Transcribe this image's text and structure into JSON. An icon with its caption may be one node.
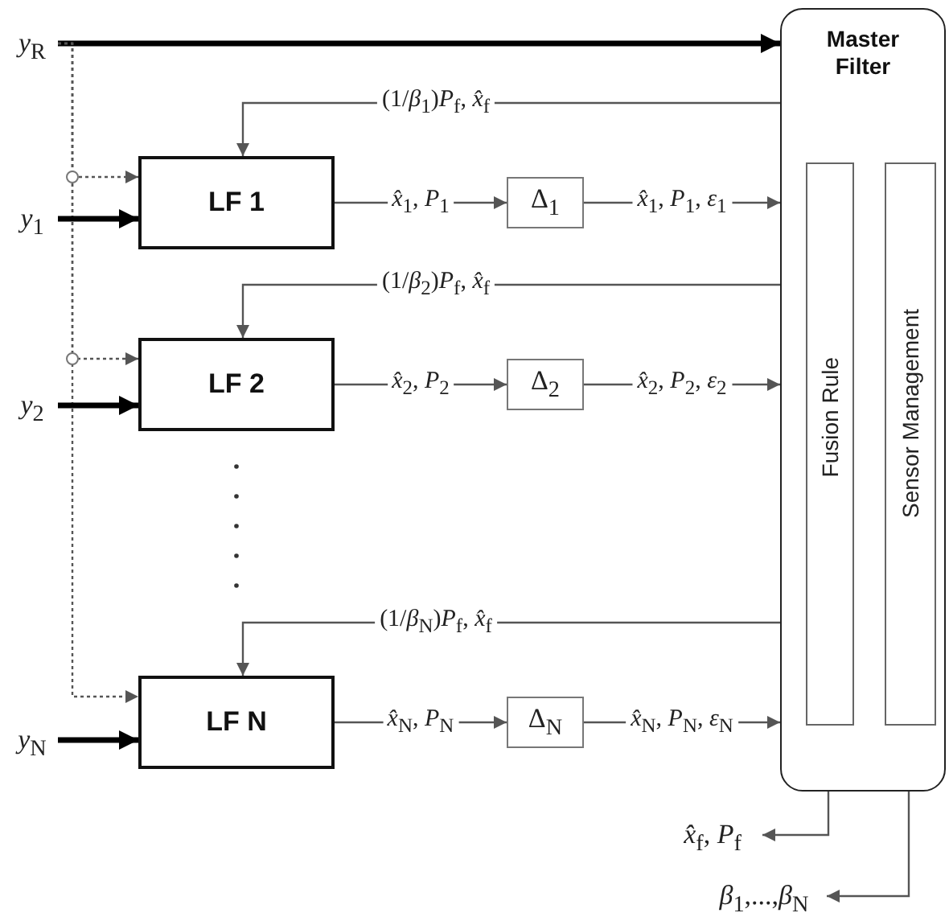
{
  "diagram": {
    "nodes": [
      {
        "text": [
          "Master Filter"
        ]
      },
      {
        "text": [
          "Fusion Rule"
        ],
        "in": 0
      },
      {
        "text": [
          "Sensor Management"
        ],
        "in": 0
      },
      {
        "text": [
          "*y*$_{R}$"
        ]
      },
      {
        "text": [
          "*y*$_{1}$"
        ]
      },
      {
        "text": [
          "LF 1"
        ]
      },
      {
        "text": [
          "Δ$_{1}$"
        ]
      },
      {
        "text": [
          "*y*$_{2}$"
        ]
      },
      {
        "text": [
          "LF 2"
        ]
      },
      {
        "text": [
          "Δ$_{2}$"
        ]
      },
      {
        "text": [
          "*y*$_{N}$"
        ]
      },
      {
        "text": [
          "LF N"
        ]
      },
      {
        "text": [
          "Δ$_{N}$"
        ]
      },
      {
        "text": [
          "*x̂*$_{f}$, *P*$_{f}$"
        ]
      },
      {
        "text": [
          "*β*$_{1}$,...,*β*$_{N}$"
        ]
      }
    ],
    "edges": [
      {
        "from": 3,
        "to": 0,
        "arrow": "to",
        "style": "thick",
        "color": "#000000"
      },
      {
        "from": 3,
        "to": 5,
        "arrow": "to",
        "style": "dashed"
      },
      {
        "from": 3,
        "to": 8,
        "arrow": "to",
        "style": "dashed"
      },
      {
        "from": 3,
        "to": 11,
        "arrow": "to",
        "style": "dashed"
      },
      {
        "from": 4,
        "to": 5,
        "arrow": "to",
        "style": "thick",
        "color": "#000000"
      },
      {
        "from": 0,
        "to": 5,
        "arrow": "to",
        "label": "(1/*β*$_{1}$)*P*$_{f}$, *x̂*$_{f}$"
      },
      {
        "from": 5,
        "to": 6,
        "arrow": "to",
        "label": "*x̂*$_{1}$, *P*$_{1}$"
      },
      {
        "from": 6,
        "to": 0,
        "arrow": "to",
        "label": "*x̂*$_{1}$, *P*$_{1}$, *ε*$_{1}$"
      },
      {
        "from": 7,
        "to": 8,
        "arrow": "to",
        "style": "thick",
        "color": "#000000"
      },
      {
        "from": 0,
        "to": 8,
        "arrow": "to",
        "label": "(1/*β*$_{2}$)*P*$_{f}$, *x̂*$_{f}$"
      },
      {
        "from": 8,
        "to": 9,
        "arrow": "to",
        "label": "*x̂*$_{2}$, *P*$_{2}$"
      },
      {
        "from": 9,
        "to": 0,
        "arrow": "to",
        "label": "*x̂*$_{2}$, *P*$_{2}$, *ε*$_{2}$"
      },
      {
        "from": 10,
        "to": 11,
        "arrow": "to",
        "style": "thick",
        "color": "#000000"
      },
      {
        "from": 0,
        "to": 11,
        "arrow": "to",
        "label": "(1/*β*$_{N}$)*P*$_{f}$, *x̂*$_{f}$"
      },
      {
        "from": 11,
        "to": 12,
        "arrow": "to",
        "label": "*x̂*$_{N}$, *P*$_{N}$"
      },
      {
        "from": 12,
        "to": 0,
        "arrow": "to",
        "label": "*x̂*$_{N}$, *P*$_{N}$, *ε*$_{N}$"
      },
      {
        "from": 1,
        "to": 13,
        "arrow": "to"
      },
      {
        "from": 2,
        "to": 14,
        "arrow": "to"
      }
    ]
  }
}
